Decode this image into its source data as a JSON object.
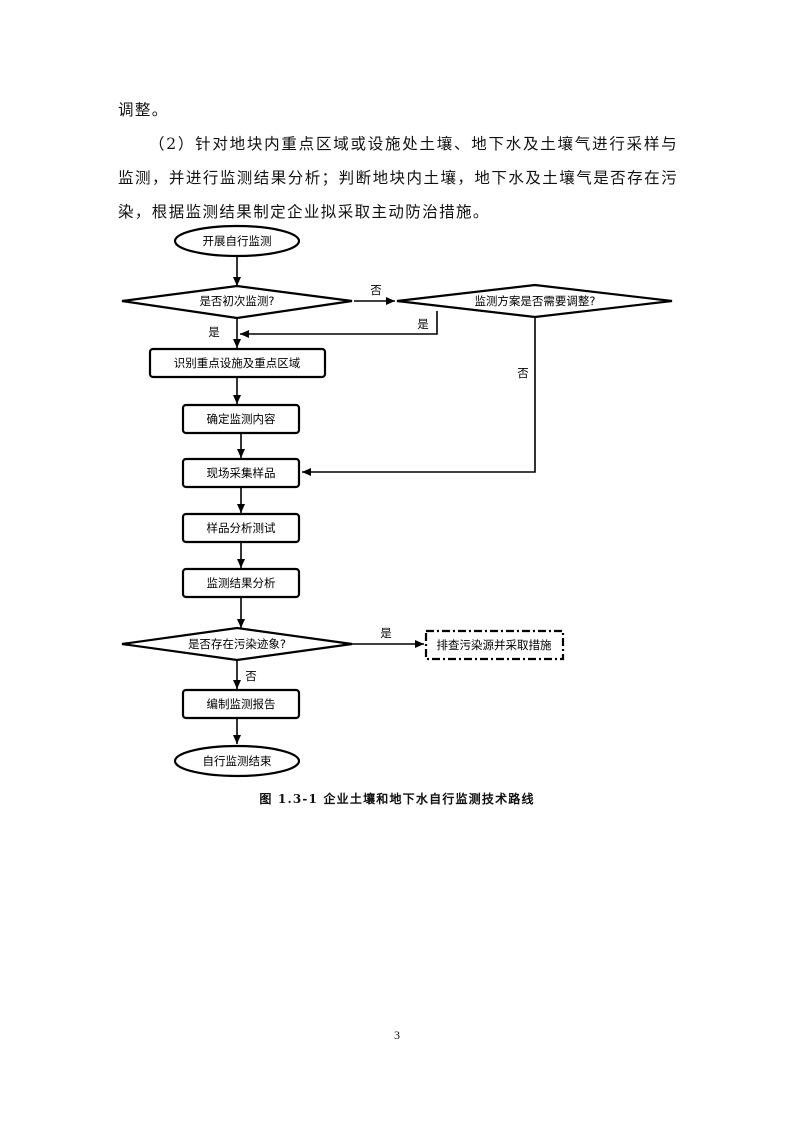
{
  "text": {
    "line1": "调整。",
    "paragraph2": "（2）针对地块内重点区域或设施处土壤、地下水及土壤气进行采样与监测，并进行监测结果分析；判断地块内土壤，地下水及土壤气是否存在污染，根据监测结果制定企业拟采取主动防治措施。"
  },
  "flowchart": {
    "nodes": {
      "start": "开展自行监测",
      "first_check": "是否初次监测?",
      "plan_adjust": "监测方案是否需要调整?",
      "identify": "识别重点设施及重点区域",
      "determine": "确定监测内容",
      "sampling": "现场采集样品",
      "analysis": "样品分析测试",
      "result_analysis": "监测结果分析",
      "pollution_check": "是否存在污染迹象?",
      "investigate": "排查污染源并采取措施",
      "report": "编制监测报告",
      "end": "自行监测结束"
    },
    "edge_labels": {
      "first_no": "否",
      "first_yes": "是",
      "plan_yes": "是",
      "plan_no": "否",
      "pollution_yes": "是",
      "pollution_no": "否"
    }
  },
  "caption": "图 1.3-1 企业土壤和地下水自行监测技术路线",
  "page_number": "3"
}
